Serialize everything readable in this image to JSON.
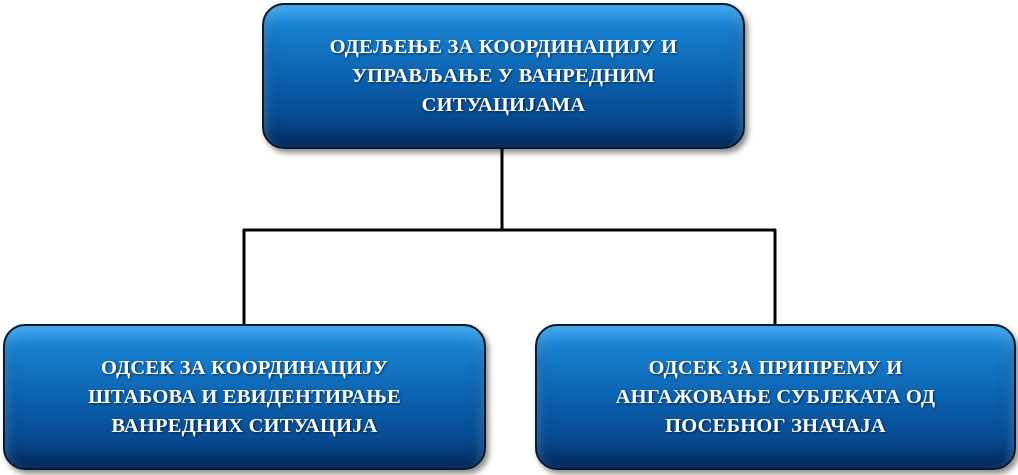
{
  "diagram": {
    "root": {
      "label": "ОДЕЉЕЊЕ ЗА КООРДИНАЦИЈУ И\nУПРАВЉАЊЕ У ВАНРЕДНИМ\nСИТУАЦИЈАМА"
    },
    "children": [
      {
        "label": "ОДСЕК ЗА КООРДИНАЦИЈУ\nШТАБОВА И ЕВИДЕНТИРАЊЕ\nВАНРЕДНИХ СИТУАЦИЈА"
      },
      {
        "label": "ОДСЕК ЗА ПРИПРЕМУ И\nАНГАЖОВАЊЕ СУБЈЕКАТА ОД\nПОСЕБНОГ ЗНАЧАЈА"
      }
    ],
    "colors": {
      "box_fill": "#0a5aa6",
      "box_highlight": "#1a8fe0",
      "box_border": "#0a1a2a",
      "text": "#ffffff",
      "connector": "#000000"
    }
  }
}
